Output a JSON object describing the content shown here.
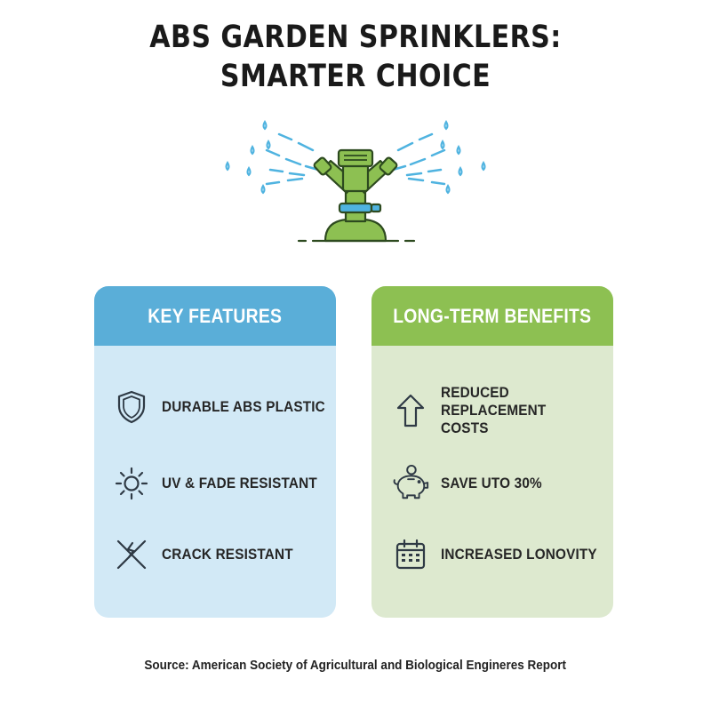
{
  "title": {
    "line1": "ABS GARDEN SPRINKLERS:",
    "line2": "SMARTER CHOICE"
  },
  "features": {
    "heading": "KEY FEATURES",
    "items": [
      {
        "icon": "shield-icon",
        "label": "DURABLE ABS PLASTIC"
      },
      {
        "icon": "sun-icon",
        "label": "UV & FADE RESISTANT"
      },
      {
        "icon": "crack-icon",
        "label": "CRACK RESISTANT"
      }
    ]
  },
  "benefits": {
    "heading": "LONG-TERM BENEFITS",
    "items": [
      {
        "icon": "arrow-up-icon",
        "label_lines": [
          "REDUCED",
          "REPLACEMENT",
          "COSTS"
        ]
      },
      {
        "icon": "piggy-bank-icon",
        "label": "SAVE UTO 30%"
      },
      {
        "icon": "calendar-icon",
        "label": "INCREASED LONOVITY"
      }
    ]
  },
  "source": "Source: American Society of Agricultural and Biological Engineres Report",
  "colors": {
    "features_header": "#5aaed8",
    "features_body": "#d2e9f6",
    "benefits_header": "#8dc052",
    "benefits_body": "#dde9cf",
    "sprinkler_green": "#8dc052",
    "water_blue": "#4fb3e0"
  }
}
